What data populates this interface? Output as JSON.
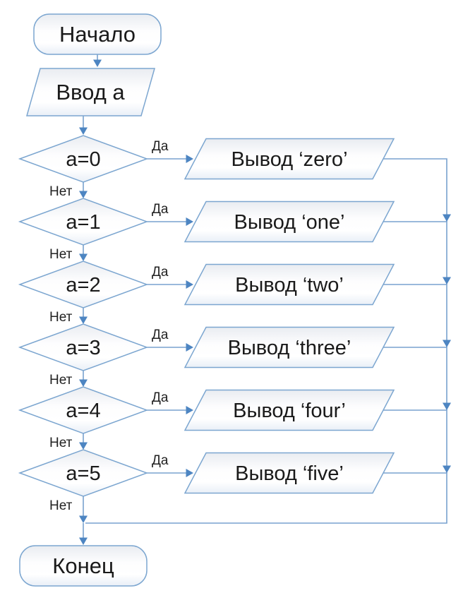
{
  "flowchart": {
    "start_label": "Начало",
    "input_label": "Ввод a",
    "end_label": "Конец",
    "yes_label": "Да",
    "no_label": "Нет",
    "decisions": [
      "a=0",
      "a=1",
      "a=2",
      "a=3",
      "a=4",
      "a=5"
    ],
    "outputs": [
      "Вывод ‘zero’",
      "Вывод ‘one’",
      "Вывод ‘two’",
      "Вывод ‘three’",
      "Вывод ‘four’",
      "Вывод ‘five’"
    ],
    "colors": {
      "connector_line": "#78a2cf",
      "arrowhead": "#4d85c2",
      "shape_border": "#7ca6d0",
      "shape_fill_top": "#e9ecf1",
      "shape_fill_bottom": "#e9eff7",
      "text": "#1a1a1a"
    }
  }
}
